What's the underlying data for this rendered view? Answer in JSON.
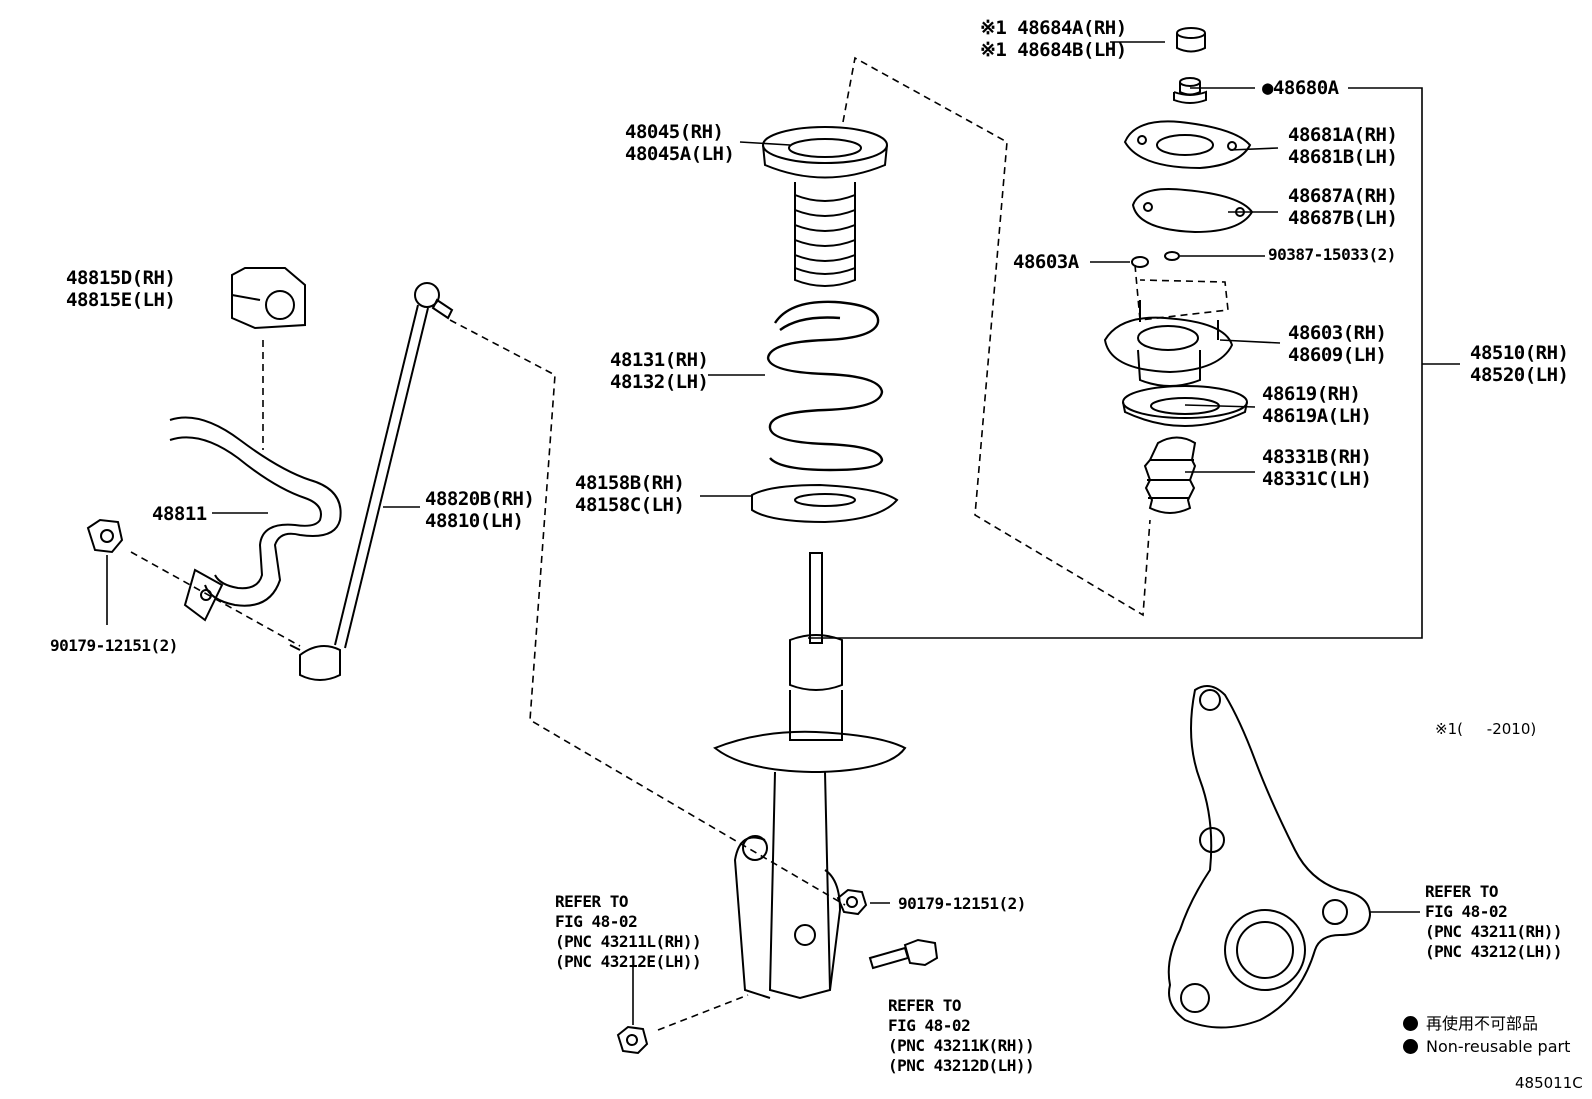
{
  "labels": {
    "p48684": [
      "※1 48684A(RH)",
      "※1 48684B(LH)"
    ],
    "p48680": "●48680A",
    "p48045": [
      "48045(RH)",
      "48045A(LH)"
    ],
    "p48681": [
      "48681A(RH)",
      "48681B(LH)"
    ],
    "p48687": [
      "48687A(RH)",
      "48687B(LH)"
    ],
    "p48603A": "48603A",
    "p90387": "90387-15033(2)",
    "p48815": [
      "48815D(RH)",
      "48815E(LH)"
    ],
    "p48603": [
      "48603(RH)",
      "48609(LH)"
    ],
    "p48510": [
      "48510(RH)",
      "48520(LH)"
    ],
    "p48131": [
      "48131(RH)",
      "48132(LH)"
    ],
    "p48619": [
      "48619(RH)",
      "48619A(LH)"
    ],
    "p48331": [
      "48331B(RH)",
      "48331C(LH)"
    ],
    "p48158": [
      "48158B(RH)",
      "48158C(LH)"
    ],
    "p48820": [
      "48820B(RH)",
      "48810(LH)"
    ],
    "p48811": "48811",
    "p90179a": "90179-12151(2)",
    "p90179b": "90179-12151(2)",
    "ref_strut_lower": [
      "REFER TO",
      "FIG 48-02",
      "(PNC 43211L(RH))",
      "(PNC 43212E(LH))"
    ],
    "ref_bolt": [
      "REFER TO",
      "FIG 48-02",
      "(PNC 43211K(RH))",
      "(PNC 43212D(LH))"
    ],
    "ref_knuckle": [
      "REFER TO",
      "FIG 48-02",
      "(PNC 43211(RH))",
      "(PNC 43212(LH))"
    ]
  },
  "note_year": "※1(     -2010)",
  "legend": {
    "ja": "再使用不可部品",
    "en": "Non-reusable part"
  },
  "figure_id": "485011C"
}
